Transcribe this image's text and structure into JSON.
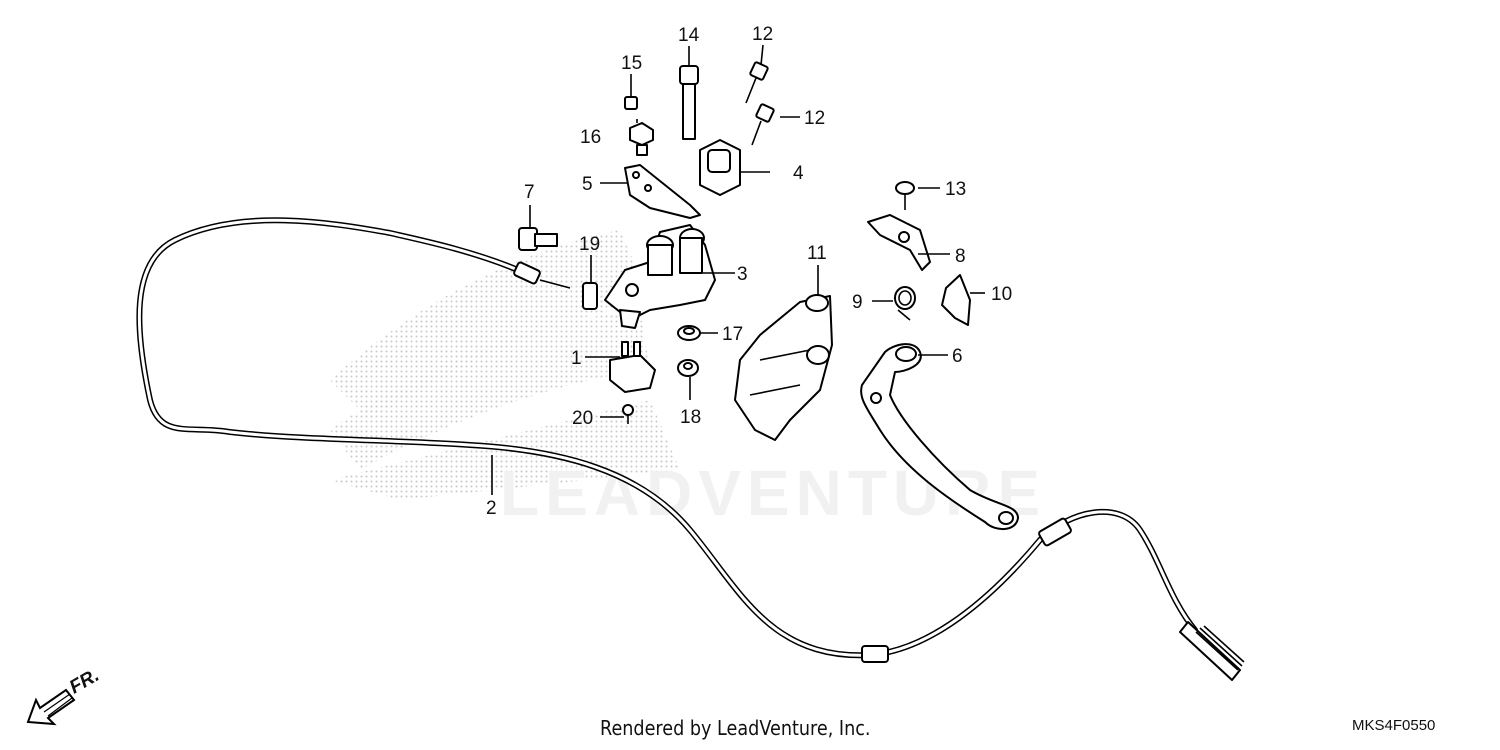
{
  "diagram": {
    "parts": [
      {
        "label": "1"
      },
      {
        "label": "2"
      },
      {
        "label": "3"
      },
      {
        "label": "4"
      },
      {
        "label": "5"
      },
      {
        "label": "6"
      },
      {
        "label": "7"
      },
      {
        "label": "8"
      },
      {
        "label": "9"
      },
      {
        "label": "10"
      },
      {
        "label": "11"
      },
      {
        "label": "12"
      },
      {
        "label": "12"
      },
      {
        "label": "13"
      },
      {
        "label": "14"
      },
      {
        "label": "15"
      },
      {
        "label": "16"
      },
      {
        "label": "17"
      },
      {
        "label": "18"
      },
      {
        "label": "19"
      },
      {
        "label": "20"
      }
    ],
    "front_indicator": "FR.",
    "watermark_icon": "wing-watermark-icon"
  },
  "footer": {
    "credit": "Rendered by LeadVenture, Inc.",
    "diagram_code": "MKS4F0550"
  }
}
